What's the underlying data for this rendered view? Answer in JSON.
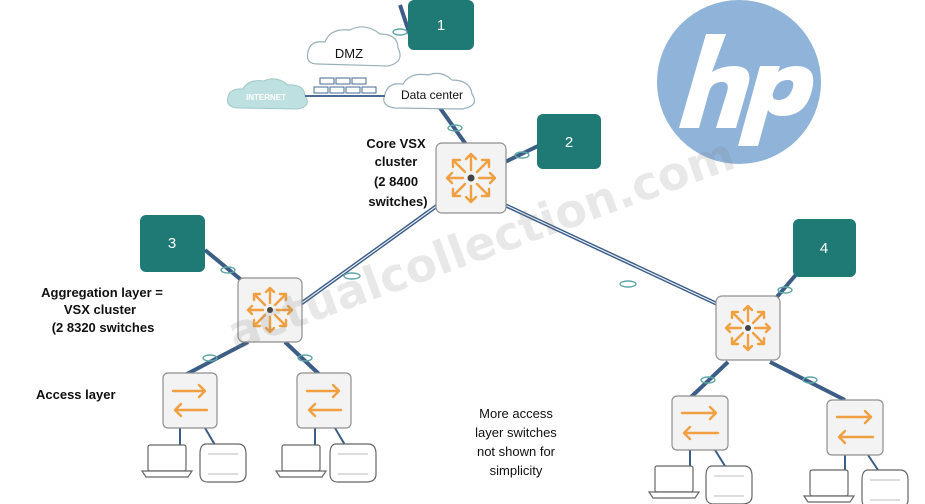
{
  "labels": {
    "dmz": "DMZ",
    "internet": "INTERNET",
    "data_center": "Data center",
    "core_line1": "Core VSX",
    "core_line2": "cluster",
    "core_line3": "(2 8400",
    "core_line4": "switches)",
    "agg_line1": "Aggregation layer =",
    "agg_line2": "VSX cluster",
    "agg_line3": "(2 8320 switches",
    "access": "Access layer",
    "note_line1": "More access",
    "note_line2": "layer switches",
    "note_line3": "not shown for",
    "note_line4": "simplicity"
  },
  "badges": [
    "1",
    "2",
    "3",
    "4"
  ],
  "logo": {
    "text": "hp",
    "color": "#8fb3d9"
  },
  "watermark": "actualcollection.com",
  "colors": {
    "badge": "#1f7a76",
    "link": "#3b5d86",
    "switch_arrow": "#f0a040"
  }
}
